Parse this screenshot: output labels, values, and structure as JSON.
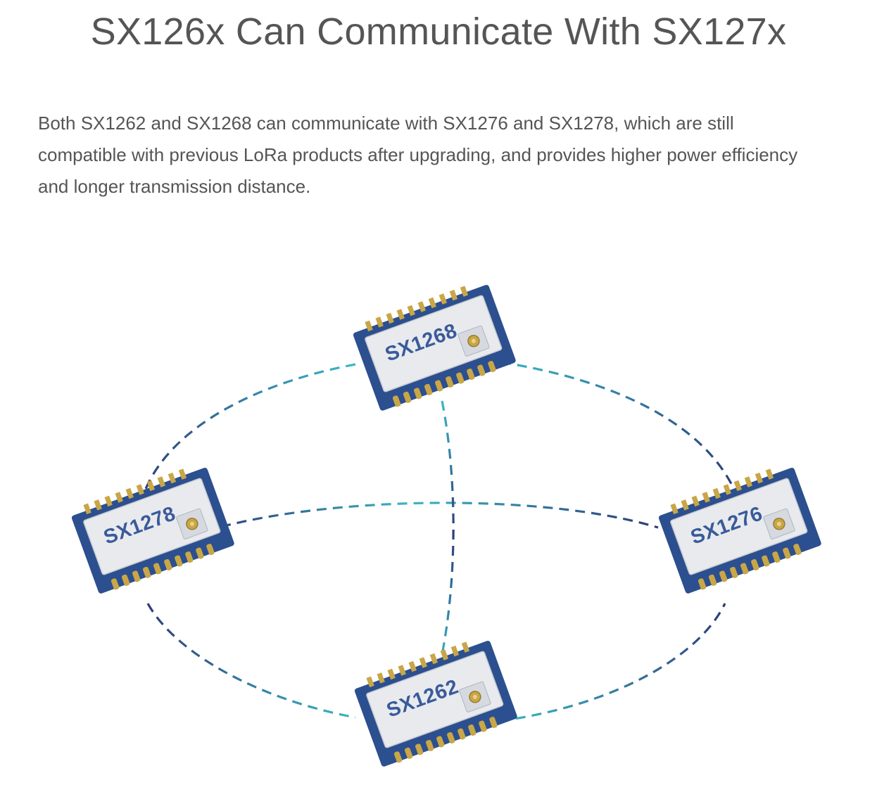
{
  "title": "SX126x Can Communicate With SX127x",
  "description": "Both SX1262 and SX1268 can communicate with SX1276 and SX1278, which are still compatible with previous LoRa products after upgrading, and provides higher power efficiency and longer transmission distance.",
  "chips": {
    "top": "SX1268",
    "left": "SX1278",
    "right": "SX1276",
    "bottom": "SX1262"
  },
  "colors": {
    "text": "#555555",
    "link_teal": "#3bb6c4",
    "link_navy": "#2e3b78",
    "pcb_blue": "#2c4f8f",
    "shield_silver": "#e8eaee",
    "pin_gold": "#c9a646",
    "label_blue": "#3a5a9a"
  }
}
